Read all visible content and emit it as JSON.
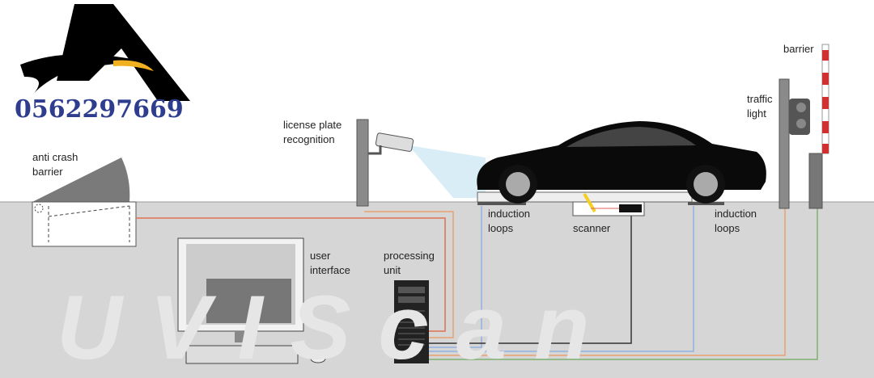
{
  "logo": {
    "letter": "A",
    "phone": "0562297669"
  },
  "watermark": "UVIScan",
  "labels": {
    "anti_crash_barrier": "anti crash\nbarrier",
    "license_plate_recognition": "license plate\nrecognition",
    "induction_loops_left": "induction\nloops",
    "scanner": "scanner",
    "induction_loops_right": "induction\nloops",
    "traffic_light": "traffic\nlight",
    "barrier": "barrier",
    "user_interface": "user\ninterface",
    "processing_unit": "processing\nunit"
  },
  "colors": {
    "ground": "#d6d6d6",
    "phone": "#2f3d8f",
    "wire_orange": "#e8a070",
    "wire_blue": "#8fb0e0",
    "wire_green": "#7fb070",
    "wire_red": "#e07050"
  }
}
